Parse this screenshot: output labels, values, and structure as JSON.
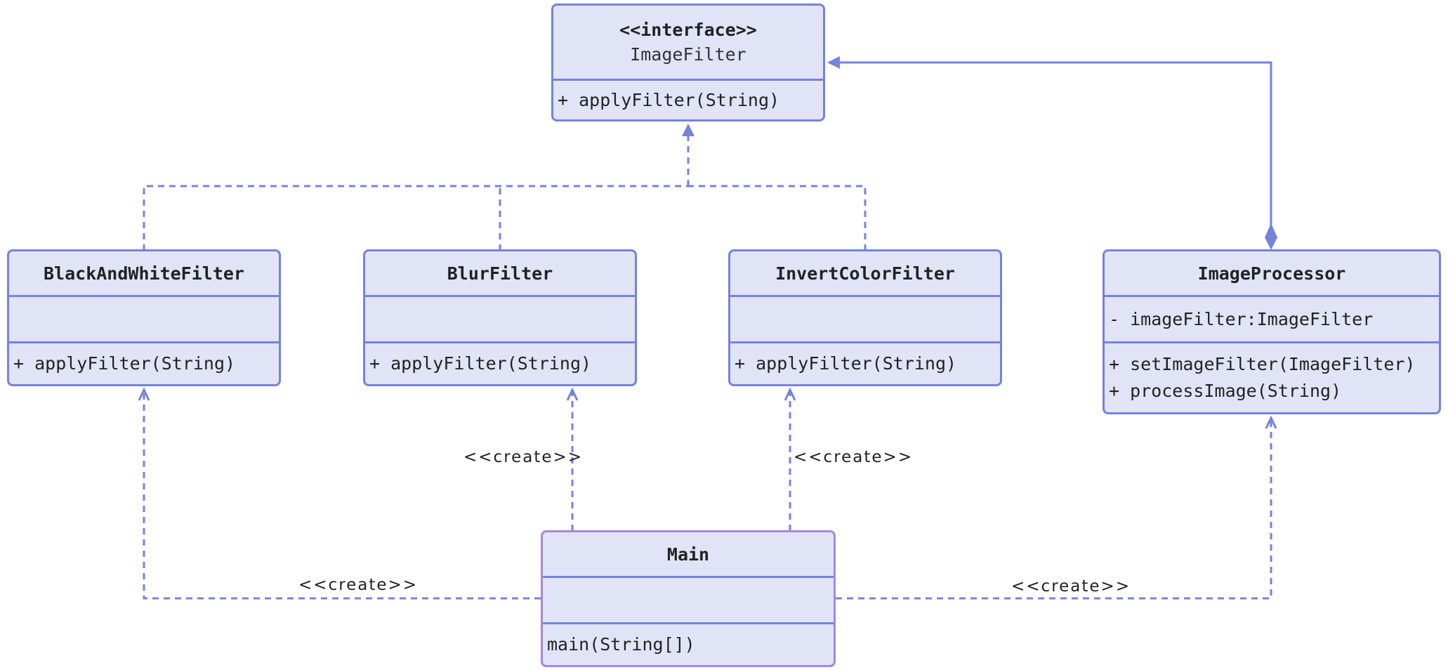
{
  "colors": {
    "stroke": "#7483dc",
    "fill": "#e1e4f6",
    "main_border": "#a787dc"
  },
  "classes": {
    "image_filter": {
      "stereotype": "<<interface>>",
      "name": "ImageFilter",
      "methods": [
        "+ applyFilter(String)"
      ]
    },
    "black_and_white_filter": {
      "name": "BlackAndWhiteFilter",
      "methods": [
        "+ applyFilter(String)"
      ]
    },
    "blur_filter": {
      "name": "BlurFilter",
      "methods": [
        "+ applyFilter(String)"
      ]
    },
    "invert_color_filter": {
      "name": "InvertColorFilter",
      "methods": [
        "+ applyFilter(String)"
      ]
    },
    "image_processor": {
      "name": "ImageProcessor",
      "attributes": [
        "- imageFilter:ImageFilter"
      ],
      "methods": [
        "+ setImageFilter(ImageFilter)",
        "+ processImage(String)"
      ]
    },
    "main": {
      "name": "Main",
      "methods": [
        "main(String[])"
      ]
    }
  },
  "relations": {
    "create_label": "<<create>>"
  }
}
